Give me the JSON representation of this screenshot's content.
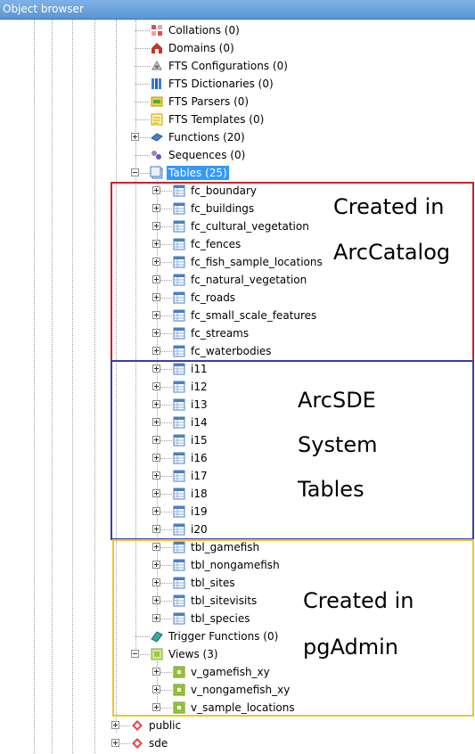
{
  "window": {
    "title": "Object browser"
  },
  "schema_items": [
    {
      "label": "Collations (0)",
      "icon": "collations-icon"
    },
    {
      "label": "Domains (0)",
      "icon": "domains-icon"
    },
    {
      "label": "FTS Configurations (0)",
      "icon": "fts-configurations-icon"
    },
    {
      "label": "FTS Dictionaries (0)",
      "icon": "fts-dictionaries-icon"
    },
    {
      "label": "FTS Parsers (0)",
      "icon": "fts-parsers-icon"
    },
    {
      "label": "FTS Templates (0)",
      "icon": "fts-templates-icon"
    },
    {
      "label": "Functions (20)",
      "icon": "functions-icon"
    },
    {
      "label": "Sequences (0)",
      "icon": "sequences-icon"
    }
  ],
  "tables_node": {
    "label": "Tables (25)",
    "icon": "tables-icon"
  },
  "tables": [
    "fc_boundary",
    "fc_buildings",
    "fc_cultural_vegetation",
    "fc_fences",
    "fc_fish_sample_locations",
    "fc_natural_vegetation",
    "fc_roads",
    "fc_small_scale_features",
    "fc_streams",
    "fc_waterbodies",
    "i11",
    "i12",
    "i13",
    "i14",
    "i15",
    "i16",
    "i17",
    "i18",
    "i19",
    "i20",
    "tbl_gamefish",
    "tbl_nongamefish",
    "tbl_sites",
    "tbl_sitevisits",
    "tbl_species"
  ],
  "trigger_functions": {
    "label": "Trigger Functions (0)",
    "icon": "trigger-functions-icon"
  },
  "views_node": {
    "label": "Views (3)",
    "icon": "views-icon"
  },
  "views": [
    "v_gamefish_xy",
    "v_nongamefish_xy",
    "v_sample_locations"
  ],
  "schemas": [
    {
      "label": "public",
      "icon": "schema-icon"
    },
    {
      "label": "sde",
      "icon": "schema-icon"
    }
  ],
  "annotations": {
    "arccatalog": {
      "lines": [
        "Created in",
        "ArcCatalog"
      ],
      "color": "#d0202a"
    },
    "arcsde": {
      "lines": [
        "ArcSDE",
        "System",
        "Tables"
      ],
      "color": "#3b3da8"
    },
    "pgadmin": {
      "lines": [
        "Created in",
        "pgAdmin"
      ],
      "color": "#f2c230"
    }
  },
  "colors": {
    "selection": "#3399ff",
    "title_bar": "#6aa2dc",
    "table_icon": "#4a7fc1",
    "view_icon": "#9ccc3c"
  }
}
